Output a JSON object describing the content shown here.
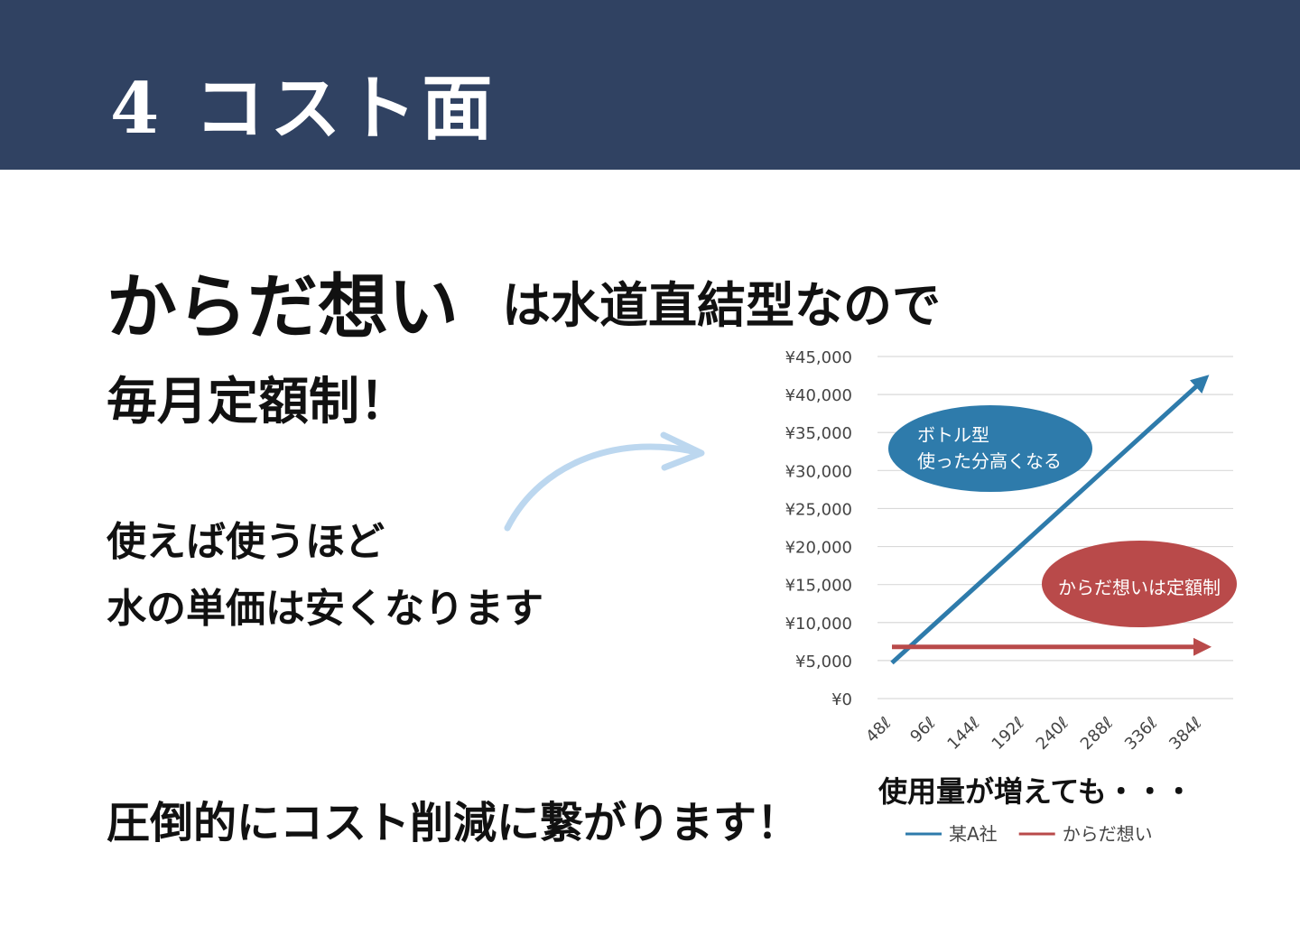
{
  "slide": {
    "title": "4 コスト面",
    "headline_brand": "からだ想い",
    "headline_rest": "は水道直結型なので",
    "line2": "毎月定額制！",
    "line3a": "使えば使うほど",
    "line3b": "水の単価は安くなります",
    "line4": "圧倒的にコスト削減に繋がります！"
  },
  "colors": {
    "header_bg": "#304262",
    "series_a": "#2e7bab",
    "series_b": "#b94a4a",
    "curve_arrow": "#bcd7ef"
  },
  "chart_data": {
    "type": "line",
    "categories": [
      "48ℓ",
      "96ℓ",
      "144ℓ",
      "192ℓ",
      "240ℓ",
      "288ℓ",
      "336ℓ",
      "384ℓ"
    ],
    "y_ticks": [
      "¥0",
      "¥5,000",
      "¥10,000",
      "¥15,000",
      "¥20,000",
      "¥25,000",
      "¥30,000",
      "¥35,000",
      "¥40,000",
      "¥45,000"
    ],
    "ylim": [
      0,
      45000
    ],
    "xlabel": "使用量が増えても・・・",
    "grid": true,
    "legend_position": "bottom",
    "series": [
      {
        "name": "某A社",
        "values": [
          4700,
          10000,
          15300,
          20600,
          25900,
          31200,
          36500,
          41800
        ]
      },
      {
        "name": "からだ想い",
        "values": [
          6800,
          6800,
          6800,
          6800,
          6800,
          6800,
          6800,
          6800
        ]
      }
    ],
    "annotations": [
      {
        "lines": [
          "ボトル型",
          "使った分高くなる"
        ]
      },
      {
        "lines": [
          "からだ想いは定額制"
        ]
      }
    ]
  }
}
